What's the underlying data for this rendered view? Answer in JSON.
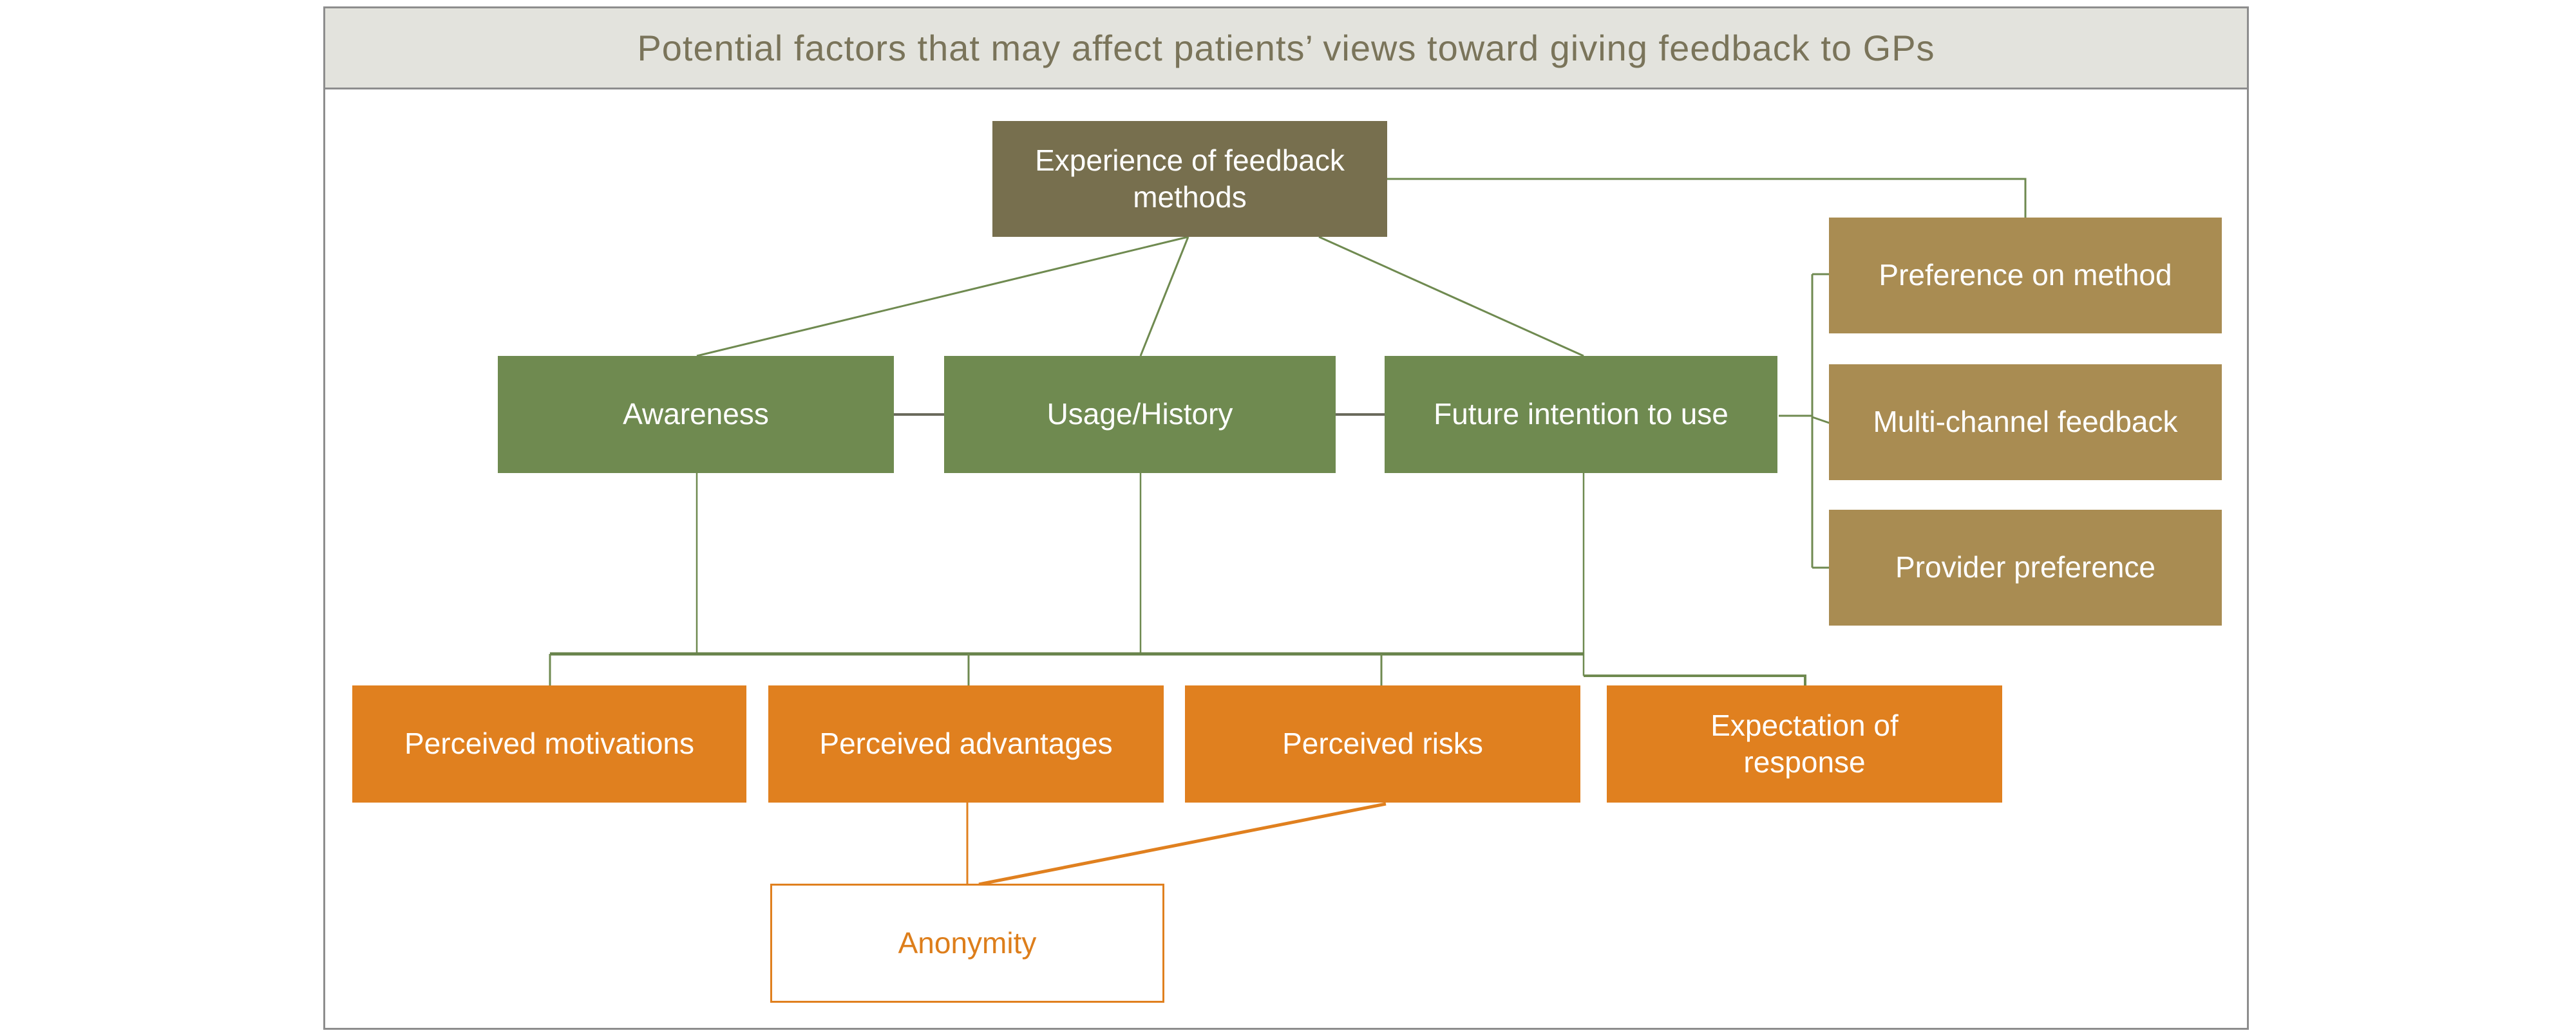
{
  "title": "Potential factors that may affect patients’ views toward giving feedback to GPs",
  "nodes": {
    "experience": {
      "label": "Experience of feedback methods"
    },
    "awareness": {
      "label": "Awareness"
    },
    "usage": {
      "label": "Usage/History"
    },
    "future": {
      "label": "Future intention to use"
    },
    "pref_method": {
      "label": "Preference on method"
    },
    "multichannel": {
      "label": "Multi-channel feedback"
    },
    "provider": {
      "label": "Provider preference"
    },
    "motivations": {
      "label": "Perceived motivations"
    },
    "advantages": {
      "label": "Perceived advantages"
    },
    "risks": {
      "label": "Perceived risks"
    },
    "expectation": {
      "label": "Expectation of response"
    },
    "anonymity": {
      "label": "Anonymity"
    }
  },
  "edges": [
    {
      "from": "experience",
      "to": "awareness"
    },
    {
      "from": "experience",
      "to": "usage"
    },
    {
      "from": "experience",
      "to": "future"
    },
    {
      "from": "experience",
      "to": "pref_method"
    },
    {
      "from": "awareness",
      "to": "usage"
    },
    {
      "from": "usage",
      "to": "future"
    },
    {
      "from": "future",
      "to": "pref_method"
    },
    {
      "from": "future",
      "to": "multichannel"
    },
    {
      "from": "future",
      "to": "provider"
    },
    {
      "from": "awareness",
      "to": "shared-distribution-line"
    },
    {
      "from": "usage",
      "to": "shared-distribution-line"
    },
    {
      "from": "future",
      "to": "shared-distribution-line"
    },
    {
      "from": "shared-distribution-line",
      "to": "motivations"
    },
    {
      "from": "shared-distribution-line",
      "to": "advantages"
    },
    {
      "from": "shared-distribution-line",
      "to": "risks"
    },
    {
      "from": "shared-distribution-line",
      "to": "expectation"
    },
    {
      "from": "advantages",
      "to": "anonymity"
    },
    {
      "from": "risks",
      "to": "anonymity"
    }
  ],
  "colors": {
    "frame_border": "#8d8d8d",
    "title_bg": "#e3e3dd",
    "title_text": "#7a745a",
    "experience_fill": "#776f4e",
    "green_fill": "#6f8a50",
    "tan_fill": "#a98c52",
    "orange_fill": "#e0801f",
    "green_connector": "#6f8a50",
    "gray_connector": "#6a6a5c",
    "orange_connector": "#e0801f"
  }
}
